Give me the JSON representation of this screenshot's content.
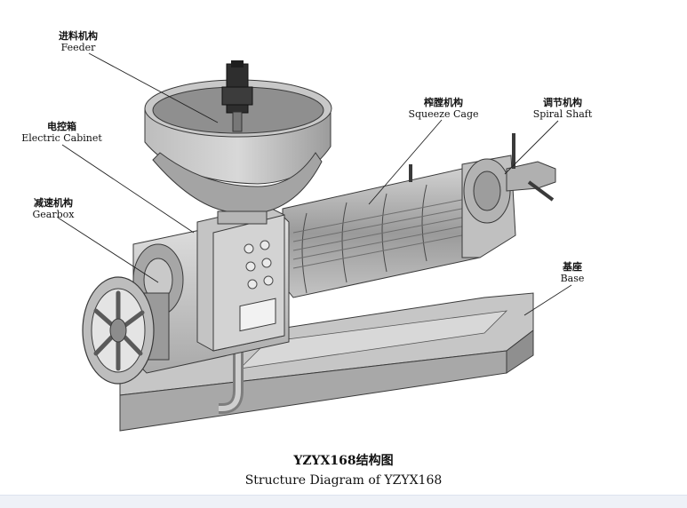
{
  "top_fragment": "",
  "labels": {
    "feeder": {
      "zh": "进料机构",
      "en": "Feeder"
    },
    "cabinet": {
      "zh": "电控箱",
      "en": "Electric Cabinet"
    },
    "gearbox": {
      "zh": "减速机构",
      "en": "Gearbox"
    },
    "cage": {
      "zh": "榨膛机构",
      "en": "Squeeze Cage"
    },
    "shaft": {
      "zh": "调节机构",
      "en": "Spiral Shaft"
    },
    "base": {
      "zh": "基座",
      "en": "Base"
    }
  },
  "caption": {
    "zh": "YZYX168结构图",
    "en": "Structure Diagram of  YZYX168"
  },
  "colors": {
    "metal_light": "#d9d9d9",
    "metal_mid": "#b8b8b8",
    "metal_dark": "#8a8a8a",
    "outline": "#3a3a3a",
    "footer_band": "#eef1f7"
  }
}
